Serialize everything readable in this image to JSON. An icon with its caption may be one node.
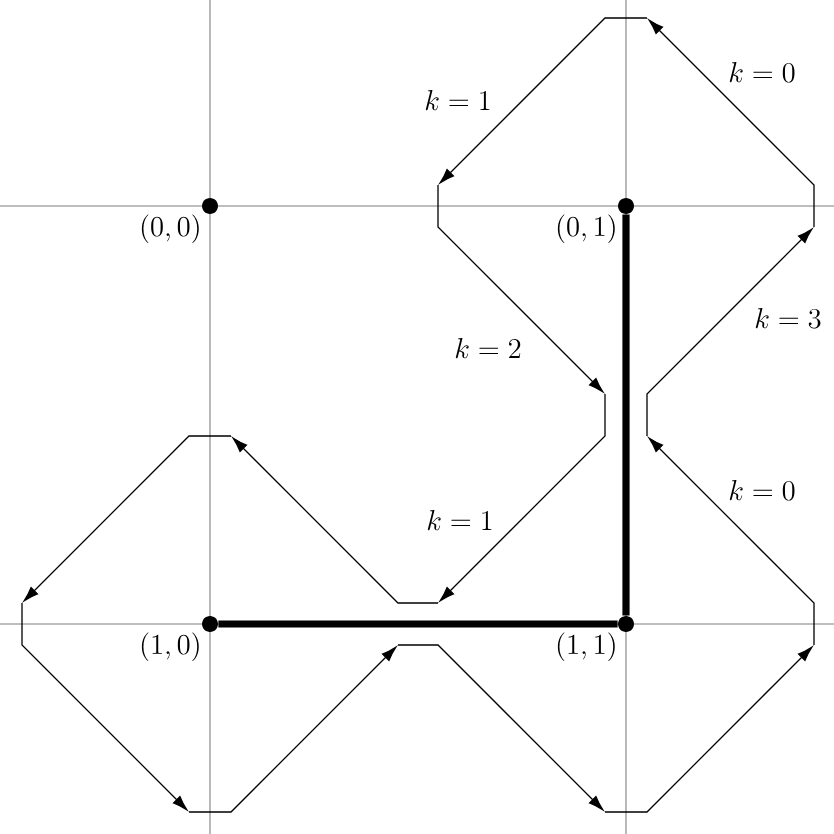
{
  "diagram": {
    "nodes": [
      {
        "text": [],
        "shape": "dot",
        "beside": [
          "(0, 0)"
        ]
      },
      {
        "text": [],
        "shape": "dot",
        "beside": [
          "(0, 1)"
        ]
      },
      {
        "text": [],
        "shape": "dot",
        "beside": [
          "(1, 0)"
        ]
      },
      {
        "text": [],
        "shape": "dot",
        "beside": [
          "(1, 1)"
        ]
      }
    ],
    "edges": [
      {
        "from": 2,
        "to": 3,
        "arrow": "none"
      },
      {
        "from": 3,
        "to": 1,
        "arrow": "none"
      }
    ],
    "labels": [
      "k = 1",
      "k = 0",
      "k = 2",
      "k = 3",
      "k = 1",
      "k = 0"
    ]
  }
}
